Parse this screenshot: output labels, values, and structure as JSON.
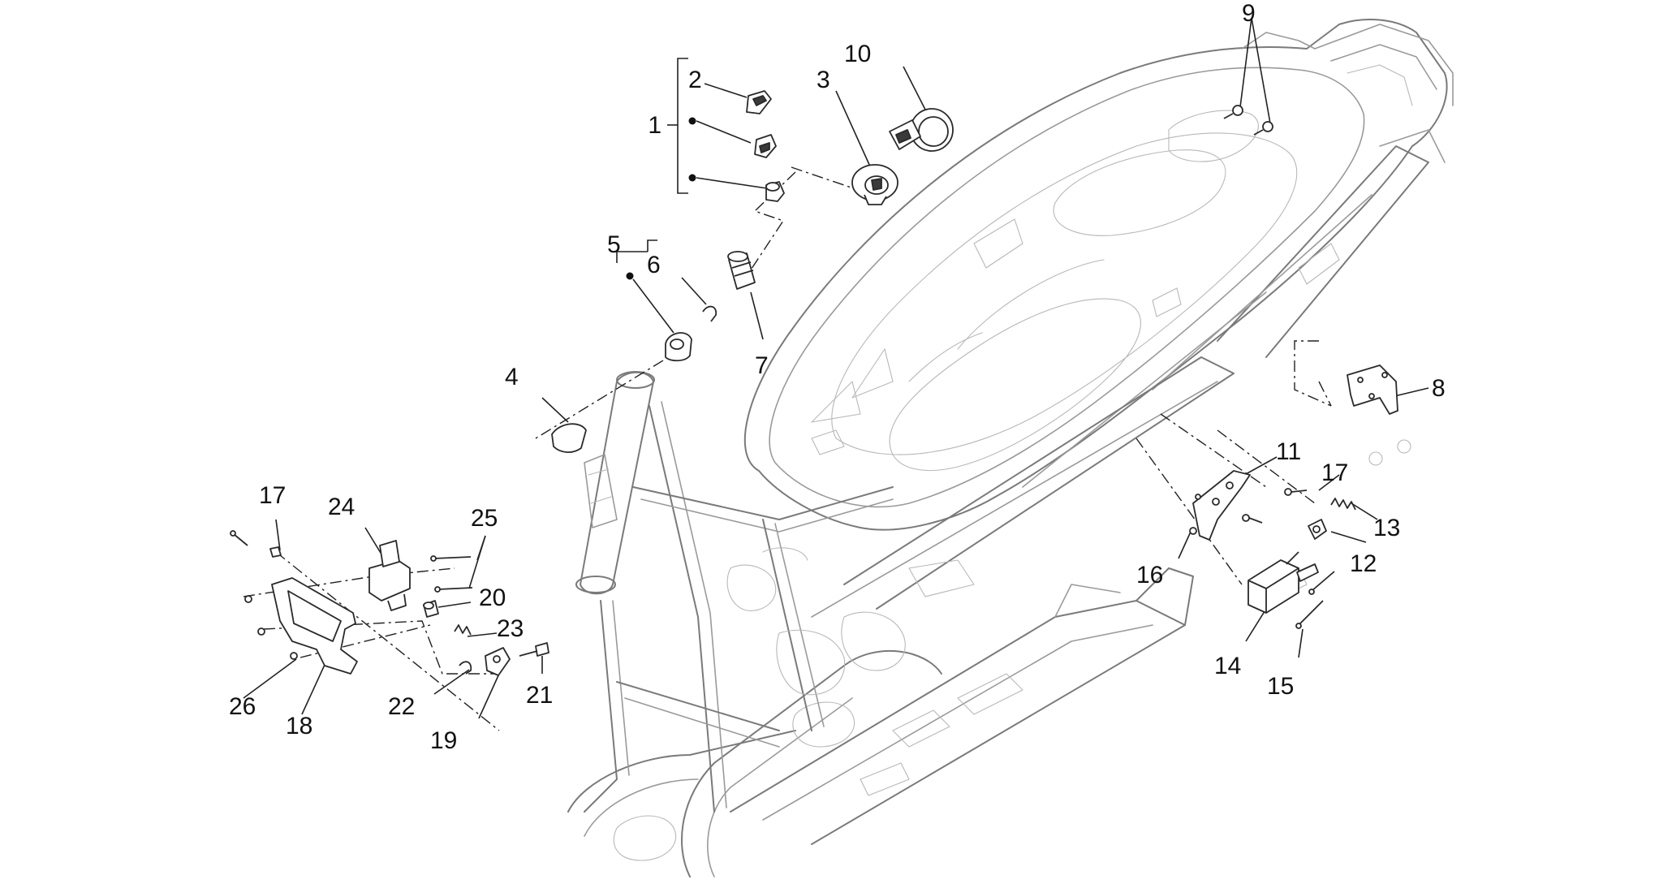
{
  "callouts": [
    {
      "id": "c1",
      "text": "1"
    },
    {
      "id": "c2",
      "text": "2"
    },
    {
      "id": "c3",
      "text": "3"
    },
    {
      "id": "c4",
      "text": "4"
    },
    {
      "id": "c5",
      "text": "5"
    },
    {
      "id": "c6",
      "text": "6"
    },
    {
      "id": "c7",
      "text": "7"
    },
    {
      "id": "c8",
      "text": "8"
    },
    {
      "id": "c9",
      "text": "9"
    },
    {
      "id": "c10",
      "text": "10"
    },
    {
      "id": "c11",
      "text": "11"
    },
    {
      "id": "c12",
      "text": "12"
    },
    {
      "id": "c13",
      "text": "13"
    },
    {
      "id": "c14",
      "text": "14"
    },
    {
      "id": "c15",
      "text": "15"
    },
    {
      "id": "c16",
      "text": "16"
    },
    {
      "id": "c17a",
      "text": "17"
    },
    {
      "id": "c17b",
      "text": "17"
    },
    {
      "id": "c18",
      "text": "18"
    },
    {
      "id": "c19",
      "text": "19"
    },
    {
      "id": "c20",
      "text": "20"
    },
    {
      "id": "c21",
      "text": "21"
    },
    {
      "id": "c22",
      "text": "22"
    },
    {
      "id": "c23",
      "text": "23"
    },
    {
      "id": "c24",
      "text": "24"
    },
    {
      "id": "c25",
      "text": "25"
    },
    {
      "id": "c26",
      "text": "26"
    }
  ]
}
